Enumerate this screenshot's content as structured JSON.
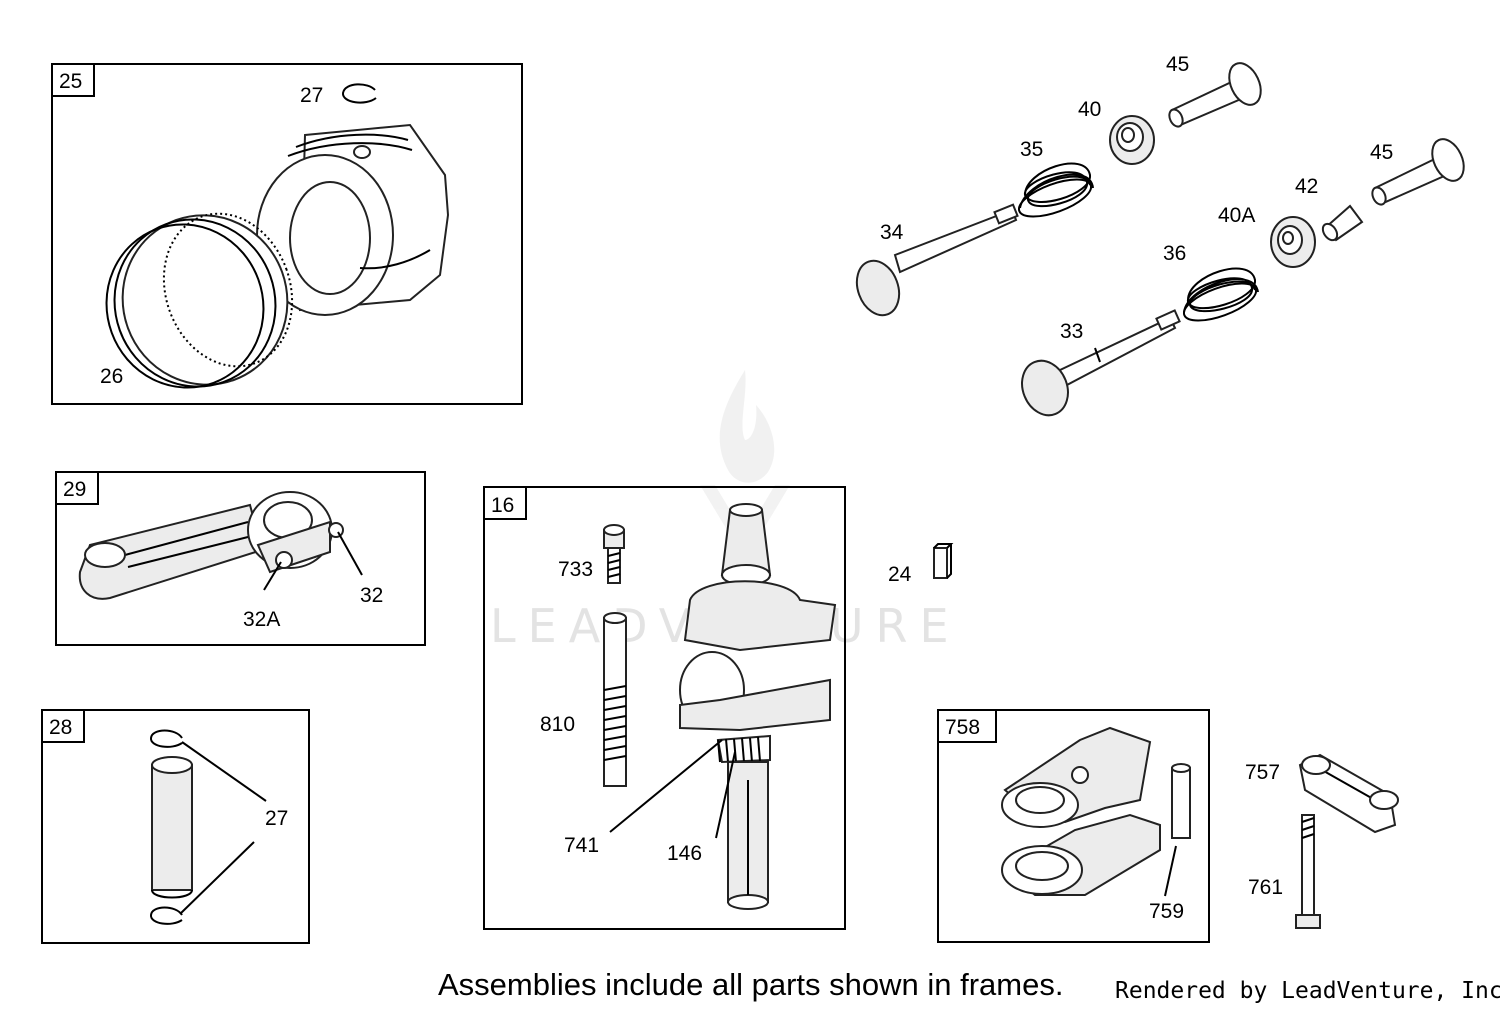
{
  "watermark": {
    "text": "LEADVENTURE"
  },
  "frames": {
    "piston": "25",
    "rod": "29",
    "pin": "28",
    "crank": "16",
    "dipper": "758"
  },
  "labels": {
    "piston_clip": "27",
    "piston_rings": "26",
    "rod_bolt": "32",
    "rod_bolt_a": "32A",
    "pin_clips": "27",
    "crank_screw": "733",
    "crank_stud": "810",
    "crank_gear": "741",
    "crank_key_gear": "146",
    "crank_key": "24",
    "dipper_pin": "759",
    "rod_alt": "757",
    "rod_screw": "761",
    "valve_exhaust": "34",
    "spring_exhaust": "35",
    "retainer_exhaust": "40",
    "cap_exhaust": "45",
    "valve_intake": "33",
    "spring_intake": "36",
    "retainer_intake": "40A",
    "keeper_intake": "42",
    "cap_intake": "45"
  },
  "footer": {
    "note": "Assemblies include all parts shown in frames.",
    "credit": "Rendered by LeadVenture, Inc."
  }
}
